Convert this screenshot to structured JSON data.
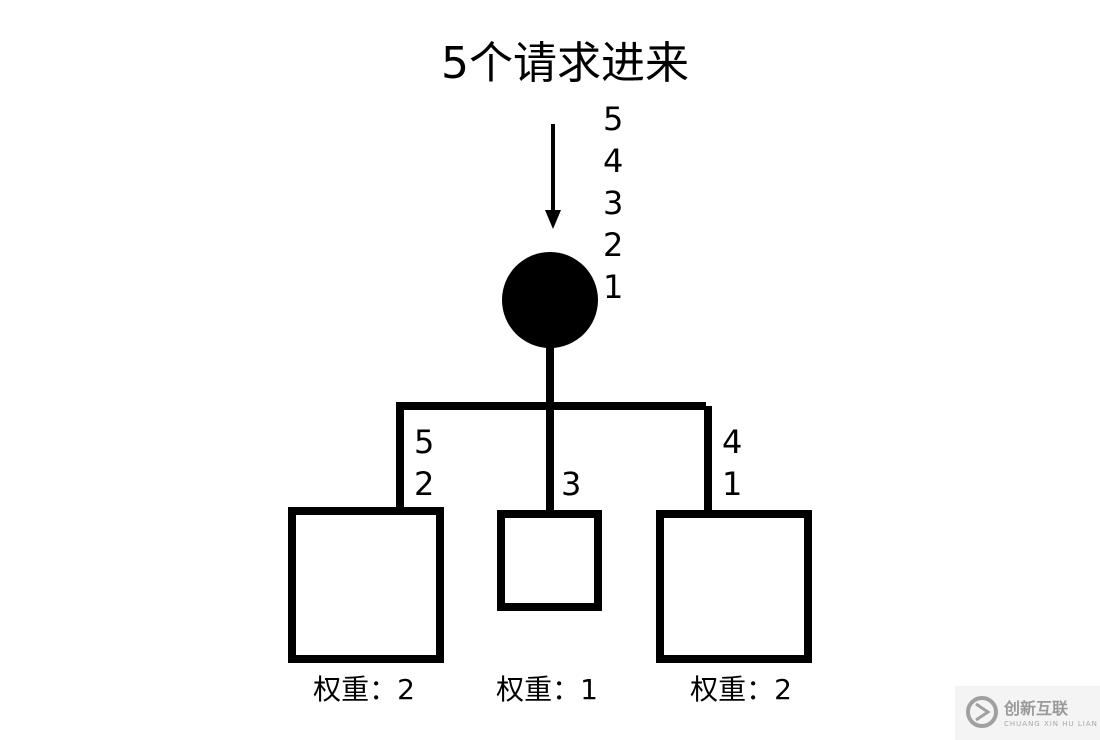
{
  "title": "5个请求进来",
  "incoming_sequence": [
    "5",
    "4",
    "3",
    "2",
    "1"
  ],
  "servers": [
    {
      "requests": [
        "5",
        "2"
      ],
      "weight_label": "权重：2"
    },
    {
      "requests": [
        "3"
      ],
      "weight_label": "权重：1"
    },
    {
      "requests": [
        "4",
        "1"
      ],
      "weight_label": "权重：2"
    }
  ],
  "watermark": {
    "text_cn": "创新互联",
    "text_en": "CHUANG XIN HU LIAN"
  },
  "colors": {
    "stroke": "#000000",
    "background": "#ffffff",
    "watermark": "#9a9a9a"
  }
}
